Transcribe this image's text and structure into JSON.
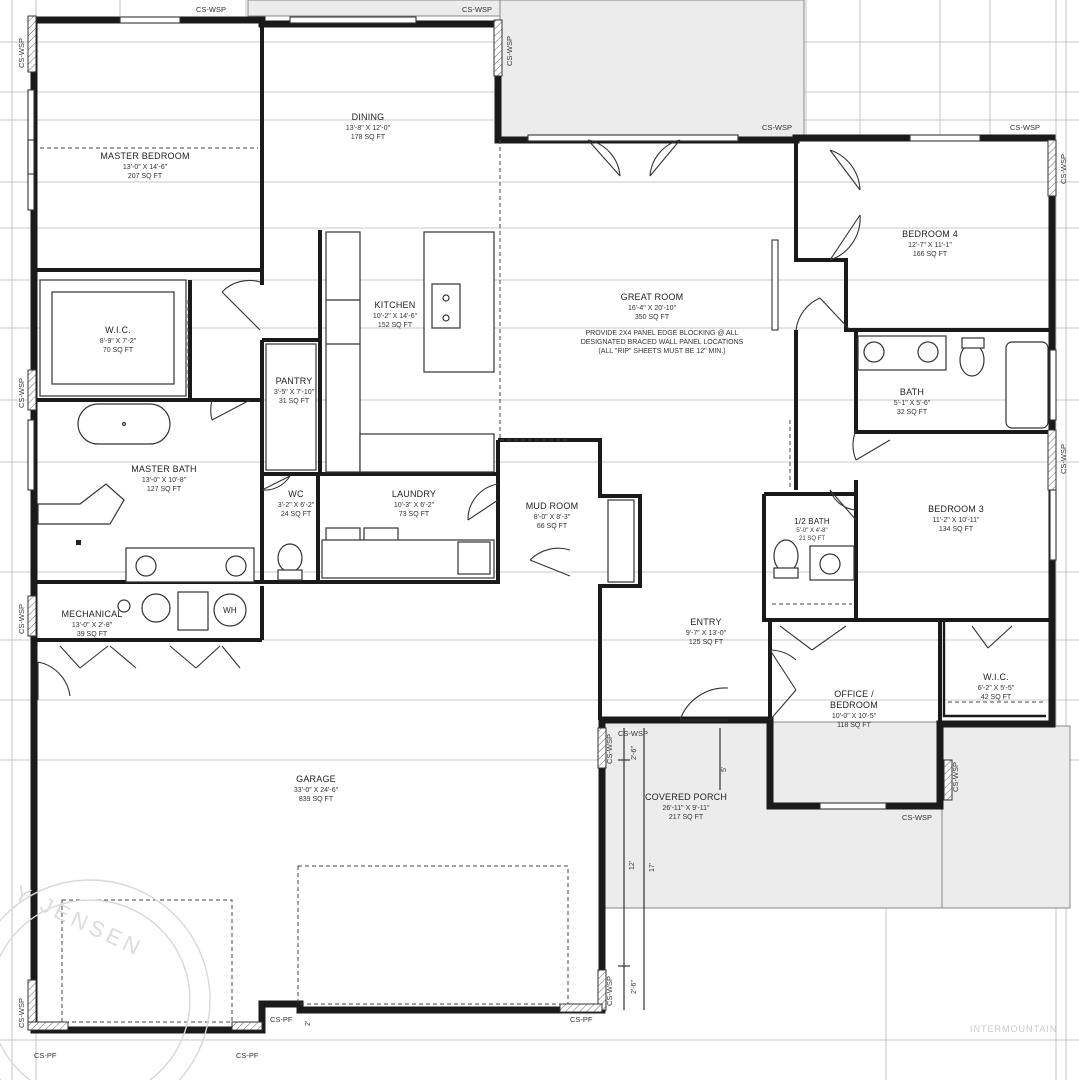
{
  "rooms": {
    "master_bedroom": {
      "name": "MASTER BEDROOM",
      "dims": "13'-0\" X 14'-6\"",
      "area": "207 SQ FT"
    },
    "dining": {
      "name": "DINING",
      "dims": "13'-8\" X 12'-0\"",
      "area": "178 SQ FT"
    },
    "kitchen": {
      "name": "KITCHEN",
      "dims": "10'-2\" X 14'-6\"",
      "area": "152 SQ FT"
    },
    "great_room": {
      "name": "GREAT ROOM",
      "dims": "16'-4\" X 20'-10\"",
      "area": "350 SQ FT"
    },
    "bedroom4": {
      "name": "BEDROOM 4",
      "dims": "12'-7\" X 11'-1\"",
      "area": "166 SQ FT"
    },
    "wic_master": {
      "name": "W.I.C.",
      "dims": "8'-9\" X 7'-2\"",
      "area": "70 SQ FT"
    },
    "pantry": {
      "name": "PANTRY",
      "dims": "3'-5\" X 7'-10\"",
      "area": "31 SQ FT"
    },
    "bath": {
      "name": "BATH",
      "dims": "5'-1\" X 5'-6\"",
      "area": "32 SQ FT"
    },
    "master_bath": {
      "name": "MASTER BATH",
      "dims": "13'-0\" X 10'-8\"",
      "area": "127 SQ FT"
    },
    "wc": {
      "name": "WC",
      "dims": "3'-2\" X 6'-2\"",
      "area": "24 SQ FT"
    },
    "laundry": {
      "name": "LAUNDRY",
      "dims": "10'-3\" X 6'-2\"",
      "area": "73 SQ FT"
    },
    "mud_room": {
      "name": "MUD ROOM",
      "dims": "8'-0\" X 8'-3\"",
      "area": "66 SQ FT"
    },
    "half_bath": {
      "name": "1/2 BATH",
      "dims": "5'-0\" X 4'-8\"",
      "area": "21 SQ FT"
    },
    "bedroom3": {
      "name": "BEDROOM 3",
      "dims": "11'-2\" X 10'-11\"",
      "area": "134 SQ FT"
    },
    "mechanical": {
      "name": "MECHANICAL",
      "dims": "13'-0\" X 2'-8\"",
      "area": "39 SQ FT"
    },
    "entry": {
      "name": "ENTRY",
      "dims": "9'-7\" X 13'-0\"",
      "area": "125 SQ FT"
    },
    "wic_bed3": {
      "name": "W.I.C.",
      "dims": "6'-2\" X 5'-5\"",
      "area": "42 SQ FT"
    },
    "office": {
      "name": "OFFICE /",
      "name2": "BEDROOM",
      "dims": "10'-0\" X 10'-5\"",
      "area": "118 SQ FT"
    },
    "garage": {
      "name": "GARAGE",
      "dims": "33'-0\" X 24'-6\"",
      "area": "839 SQ FT"
    },
    "covered_porch": {
      "name": "COVERED PORCH",
      "dims": "26'-11\" X 9'-11\"",
      "area": "217 SQ FT"
    }
  },
  "notes": {
    "line1": "PROVIDE 2X4 PANEL EDGE BLOCKING @ ALL",
    "line2": "DESIGNATED BRACED WALL PANEL LOCATIONS",
    "line3": "(ALL \"RIP\" SHEETS MUST BE 12\" MIN.)"
  },
  "fixtures": {
    "water_heater": "WH"
  },
  "tags": {
    "cs_wsp": "CS-WSP",
    "cs_pf": "CS-PF"
  },
  "dimensions": {
    "d26": "2'-6\"",
    "d5": "5'",
    "d12": "12'",
    "d17": "17'",
    "d2": "2'"
  },
  "watermark": {
    "text": "Y JENSEN",
    "brand": "INTERMOUNTAIN"
  }
}
